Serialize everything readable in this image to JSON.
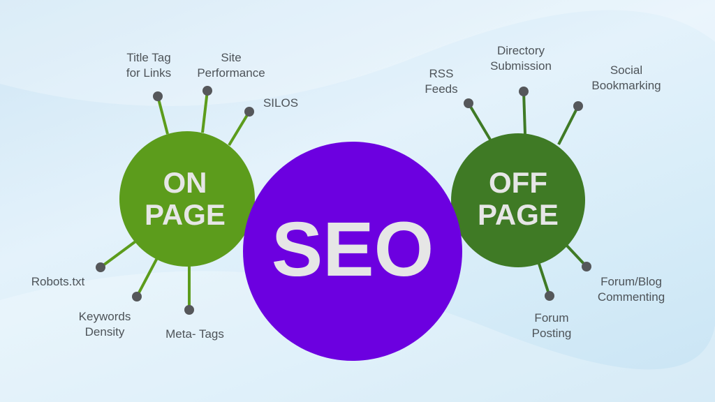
{
  "center": {
    "label": "SEO",
    "color": "#6c00e0"
  },
  "on_page": {
    "line1": "ON",
    "line2": "PAGE",
    "color": "#5c9c1c",
    "items": [
      "Title Tag\nfor Links",
      "Site\nPerformance",
      "SILOS",
      "Robots.txt",
      "Keywords\nDensity",
      "Meta- Tags"
    ]
  },
  "off_page": {
    "line1": "OFF",
    "line2": "PAGE",
    "color": "#3f7a25",
    "items": [
      "RSS\nFeeds",
      "Directory\nSubmission",
      "Social\nBookmarking",
      "Forum/Blog\nCommenting",
      "Forum\nPosting"
    ]
  }
}
